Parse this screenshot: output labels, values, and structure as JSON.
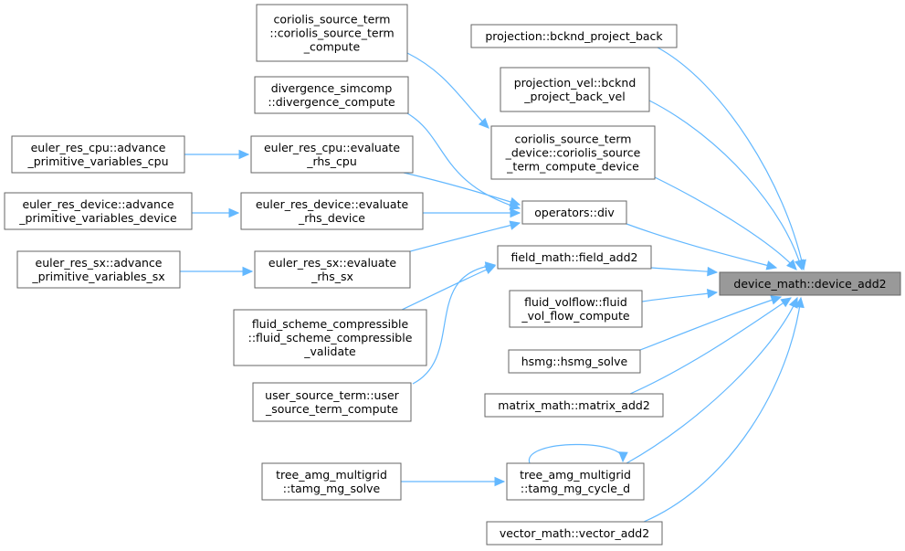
{
  "graph": {
    "target": "n_device_add2",
    "nodes": [
      {
        "id": "n_device_add2",
        "lines": [
          "device_math::device_add2"
        ],
        "target": true
      },
      {
        "id": "n_proj_back",
        "lines": [
          "projection::bcknd_project_back"
        ]
      },
      {
        "id": "n_proj_vel",
        "lines": [
          "projection_vel::bcknd",
          "_project_back_vel"
        ]
      },
      {
        "id": "n_coriolis_dev",
        "lines": [
          "coriolis_source_term",
          "_device::coriolis_source",
          "_term_compute_device"
        ]
      },
      {
        "id": "n_op_div",
        "lines": [
          "operators::div"
        ]
      },
      {
        "id": "n_field_add2",
        "lines": [
          "field_math::field_add2"
        ]
      },
      {
        "id": "n_fluid_volflow",
        "lines": [
          "fluid_volflow::fluid",
          "_vol_flow_compute"
        ]
      },
      {
        "id": "n_hsmg",
        "lines": [
          "hsmg::hsmg_solve"
        ]
      },
      {
        "id": "n_matrix_add2",
        "lines": [
          "matrix_math::matrix_add2"
        ]
      },
      {
        "id": "n_tamg_cycle",
        "lines": [
          "tree_amg_multigrid",
          "::tamg_mg_cycle_d"
        ]
      },
      {
        "id": "n_vector_add2",
        "lines": [
          "vector_math::vector_add2"
        ]
      },
      {
        "id": "n_coriolis",
        "lines": [
          "coriolis_source_term",
          "::coriolis_source_term",
          "_compute"
        ]
      },
      {
        "id": "n_div_simcomp",
        "lines": [
          "divergence_simcomp",
          "::divergence_compute"
        ]
      },
      {
        "id": "n_cpu_eval",
        "lines": [
          "euler_res_cpu::evaluate",
          "_rhs_cpu"
        ]
      },
      {
        "id": "n_dev_eval",
        "lines": [
          "euler_res_device::evaluate",
          "_rhs_device"
        ]
      },
      {
        "id": "n_sx_eval",
        "lines": [
          "euler_res_sx::evaluate",
          "_rhs_sx"
        ]
      },
      {
        "id": "n_fluid_comp",
        "lines": [
          "fluid_scheme_compressible",
          "::fluid_scheme_compressible",
          "_validate"
        ]
      },
      {
        "id": "n_user_src",
        "lines": [
          "user_source_term::user",
          "_source_term_compute"
        ]
      },
      {
        "id": "n_tamg_solve",
        "lines": [
          "tree_amg_multigrid",
          "::tamg_mg_solve"
        ]
      },
      {
        "id": "n_cpu_adv",
        "lines": [
          "euler_res_cpu::advance",
          "_primitive_variables_cpu"
        ]
      },
      {
        "id": "n_dev_adv",
        "lines": [
          "euler_res_device::advance",
          "_primitive_variables_device"
        ]
      },
      {
        "id": "n_sx_adv",
        "lines": [
          "euler_res_sx::advance",
          "_primitive_variables_sx"
        ]
      }
    ],
    "edges": [
      {
        "from": "n_proj_back",
        "to": "n_device_add2"
      },
      {
        "from": "n_proj_vel",
        "to": "n_device_add2"
      },
      {
        "from": "n_coriolis_dev",
        "to": "n_device_add2"
      },
      {
        "from": "n_op_div",
        "to": "n_device_add2"
      },
      {
        "from": "n_field_add2",
        "to": "n_device_add2"
      },
      {
        "from": "n_fluid_volflow",
        "to": "n_device_add2"
      },
      {
        "from": "n_hsmg",
        "to": "n_device_add2"
      },
      {
        "from": "n_matrix_add2",
        "to": "n_device_add2"
      },
      {
        "from": "n_tamg_cycle",
        "to": "n_device_add2"
      },
      {
        "from": "n_vector_add2",
        "to": "n_device_add2"
      },
      {
        "from": "n_coriolis",
        "to": "n_coriolis_dev"
      },
      {
        "from": "n_div_simcomp",
        "to": "n_op_div"
      },
      {
        "from": "n_cpu_eval",
        "to": "n_op_div"
      },
      {
        "from": "n_dev_eval",
        "to": "n_op_div"
      },
      {
        "from": "n_sx_eval",
        "to": "n_op_div"
      },
      {
        "from": "n_fluid_comp",
        "to": "n_field_add2"
      },
      {
        "from": "n_user_src",
        "to": "n_field_add2"
      },
      {
        "from": "n_cpu_adv",
        "to": "n_cpu_eval"
      },
      {
        "from": "n_dev_adv",
        "to": "n_dev_eval"
      },
      {
        "from": "n_sx_adv",
        "to": "n_sx_eval"
      },
      {
        "from": "n_tamg_solve",
        "to": "n_tamg_cycle"
      },
      {
        "from": "n_tamg_cycle",
        "to": "n_tamg_cycle"
      }
    ]
  }
}
